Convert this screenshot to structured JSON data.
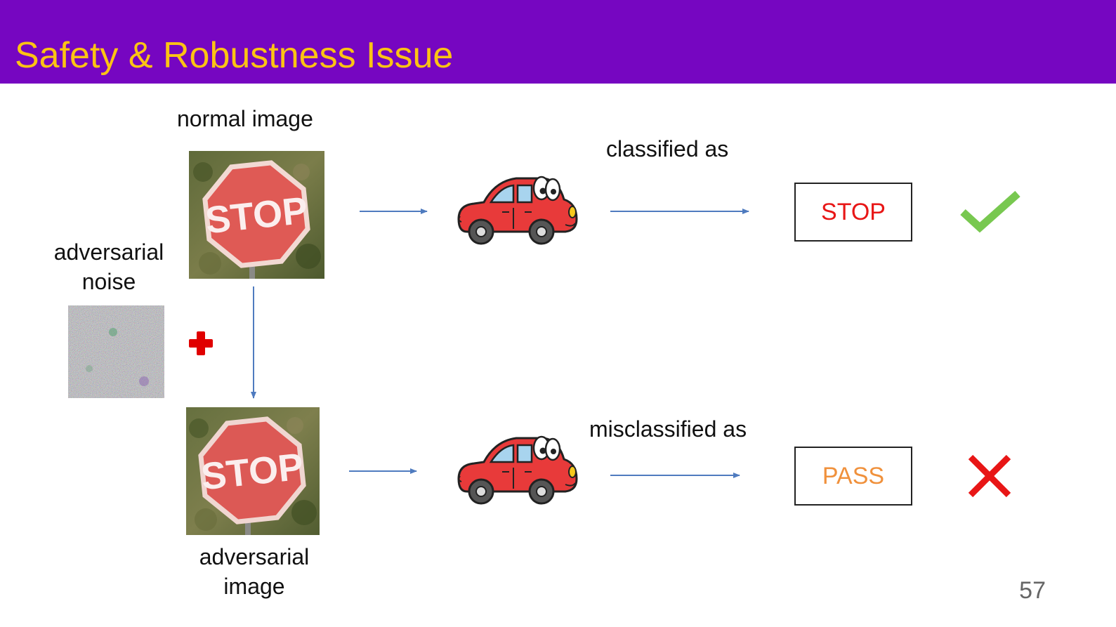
{
  "header": {
    "title": "Safety & Robustness Issue"
  },
  "labels": {
    "normal_image": "normal image",
    "adversarial_noise_line1": "adversarial",
    "adversarial_noise_line2": "noise",
    "adversarial_image_line1": "adversarial",
    "adversarial_image_line2": "image",
    "classified_as": "classified as",
    "misclassified_as": "misclassified as"
  },
  "sign_text": "STOP",
  "results": {
    "top_label": "STOP",
    "bottom_label": "PASS"
  },
  "colors": {
    "header_bg": "#7606c1",
    "title": "#fcc314",
    "arrow": "#4f7bbf",
    "stop_text": "#e81616",
    "pass_text": "#f0913c",
    "check": "#78c850",
    "cross": "#e81616",
    "plus": "#e00000"
  },
  "icons": {
    "check": "checkmark-icon",
    "cross": "x-mark-icon",
    "plus": "plus-icon",
    "car": "cartoon-car-icon"
  },
  "page_number": "57"
}
